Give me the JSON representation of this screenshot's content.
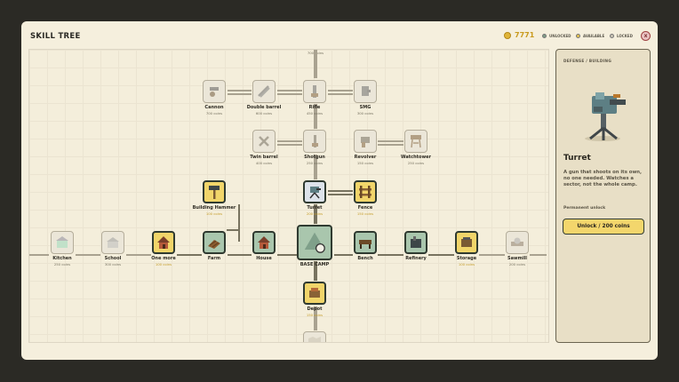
{
  "header": {
    "title": "SKILL TREE",
    "coins": "7771",
    "close_label": "x"
  },
  "legend": [
    {
      "label": "UNLOCKED",
      "color": "#7f9d86"
    },
    {
      "label": "AVAILABLE",
      "color": "#e4c24f"
    },
    {
      "label": "LOCKED",
      "color": "#c9c3b3"
    }
  ],
  "top_price": "700 coins",
  "nodes": [
    {
      "id": "cannon",
      "label": "Cannon",
      "price": "700 coins",
      "state": "locked",
      "icon": "cannon-icon"
    },
    {
      "id": "double_barrel",
      "label": "Double barrel",
      "price": "600 coins",
      "state": "locked",
      "icon": "double-barrel-icon"
    },
    {
      "id": "rifle",
      "label": "Rifle",
      "price": "450 coins",
      "state": "locked",
      "icon": "rifle-icon"
    },
    {
      "id": "smg",
      "label": "SMG",
      "price": "300 coins",
      "state": "locked",
      "icon": "smg-icon"
    },
    {
      "id": "twin_barrel",
      "label": "Twin barrel",
      "price": "400 coins",
      "state": "locked",
      "icon": "twin-barrel-icon"
    },
    {
      "id": "shotgun",
      "label": "Shotgun",
      "price": "250 coins",
      "state": "locked",
      "icon": "shotgun-icon"
    },
    {
      "id": "revolver",
      "label": "Revolver",
      "price": "150 coins",
      "state": "locked",
      "icon": "revolver-icon"
    },
    {
      "id": "watchtower",
      "label": "Watchtower",
      "price": "250 coins",
      "state": "locked",
      "icon": "watchtower-icon"
    },
    {
      "id": "building_hammer",
      "label": "Building Hammer",
      "price": "100 coins",
      "state": "available",
      "icon": "hammer-icon"
    },
    {
      "id": "turret",
      "label": "Turret",
      "price": "200 coins",
      "state": "selected",
      "icon": "turret-icon"
    },
    {
      "id": "fence",
      "label": "Fence",
      "price": "150 coins",
      "state": "available",
      "icon": "fence-icon"
    },
    {
      "id": "kitchen",
      "label": "Kitchen",
      "price": "250 coins",
      "state": "locked",
      "icon": "kitchen-icon"
    },
    {
      "id": "school",
      "label": "School",
      "price": "300 coins",
      "state": "locked",
      "icon": "school-icon"
    },
    {
      "id": "one_more",
      "label": "One more",
      "price": "100 coins",
      "state": "available",
      "icon": "house-icon"
    },
    {
      "id": "farm",
      "label": "Farm",
      "price": "",
      "state": "unlocked",
      "icon": "farm-icon"
    },
    {
      "id": "house",
      "label": "House",
      "price": "",
      "state": "unlocked",
      "icon": "house-icon"
    },
    {
      "id": "base_camp",
      "label": "BASE CAMP",
      "price": "",
      "state": "base",
      "icon": "tent-icon"
    },
    {
      "id": "bench",
      "label": "Bench",
      "price": "",
      "state": "unlocked",
      "icon": "bench-icon"
    },
    {
      "id": "refinery",
      "label": "Refinery",
      "price": "",
      "state": "unlocked",
      "icon": "refinery-icon"
    },
    {
      "id": "storage",
      "label": "Storage",
      "price": "100 coins",
      "state": "available",
      "icon": "storage-icon"
    },
    {
      "id": "sawmill",
      "label": "Sawmill",
      "price": "200 coins",
      "state": "locked",
      "icon": "sawmill-icon"
    },
    {
      "id": "depot",
      "label": "Depot",
      "price": "150 coins",
      "state": "available",
      "icon": "depot-icon"
    },
    {
      "id": "bottom",
      "label": "",
      "price": "",
      "state": "locked",
      "icon": "map-icon"
    }
  ],
  "side": {
    "category": "DEFENSE / BUILDING",
    "name": "Turret",
    "description": "A gun that shoots on its own, no one needed. Watches a sector, not the whole camp.",
    "permanent": "Permanent unlock",
    "button": "Unlock / 200 coins"
  }
}
